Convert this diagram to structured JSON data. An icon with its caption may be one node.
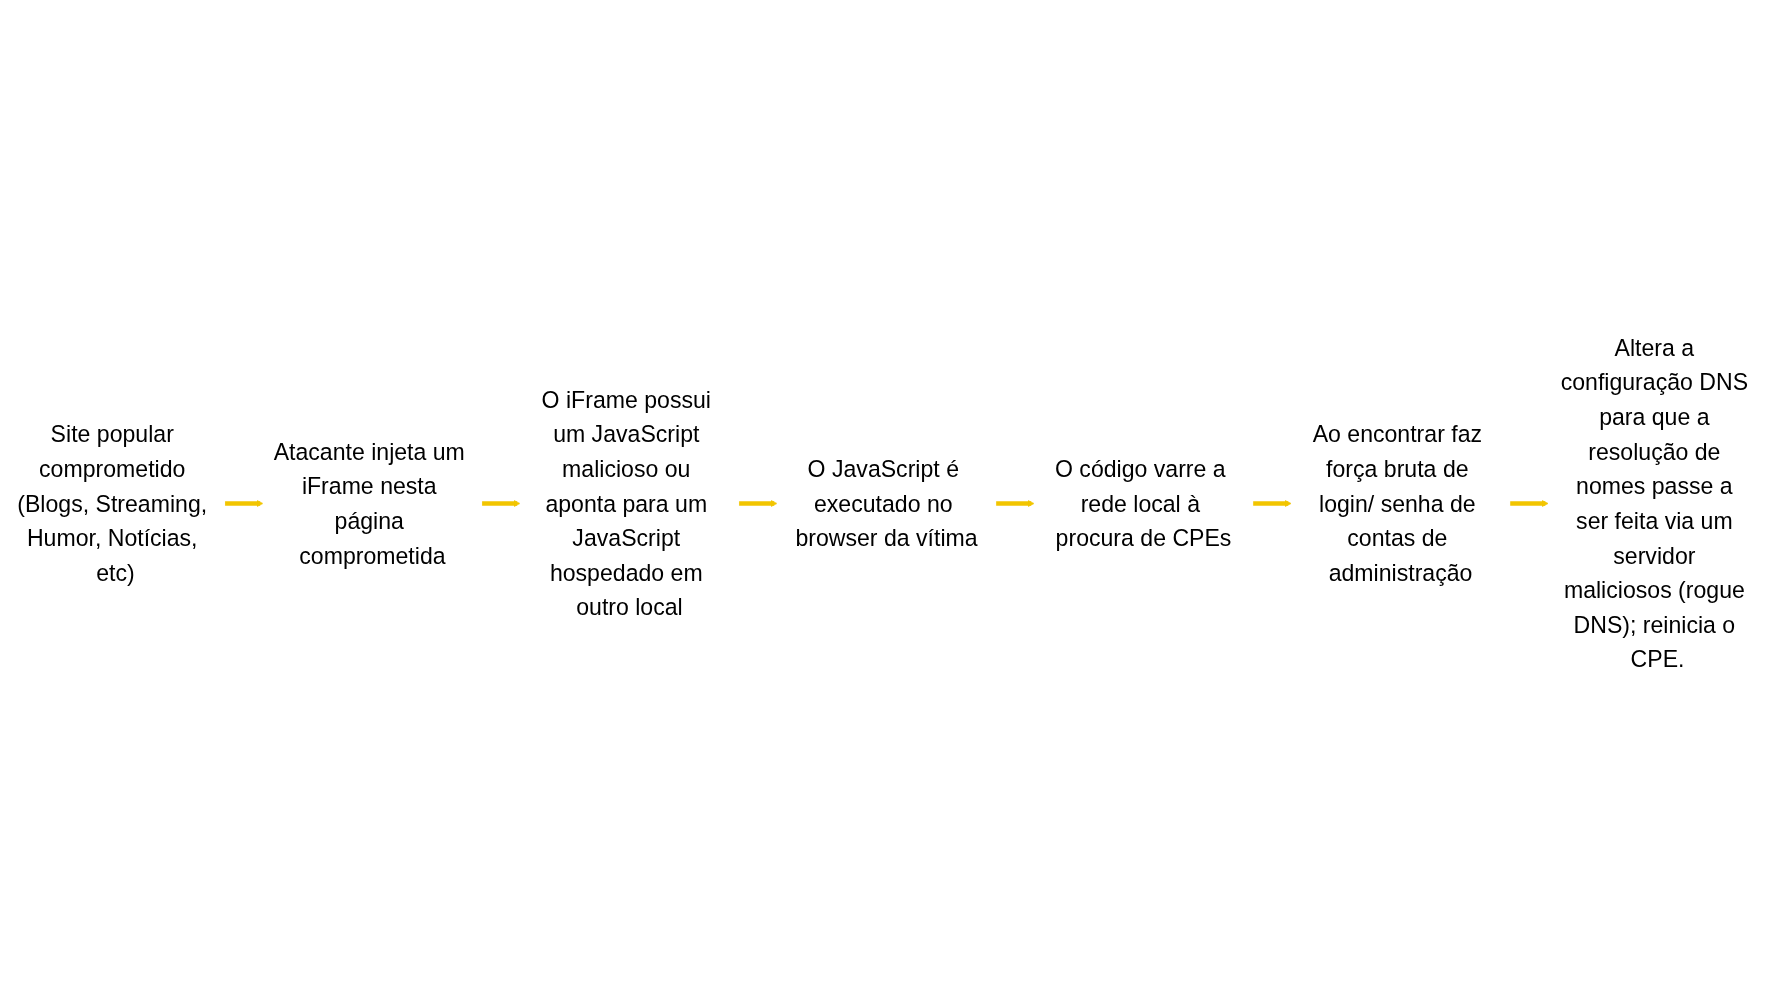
{
  "diagram": {
    "nodes": [
      {
        "text": [
          "Site popular comprometido (Blogs, Streaming, Humor, Notícias, etc)"
        ]
      },
      {
        "text": [
          "Atacante injeta um iFrame nesta página comprometida"
        ]
      },
      {
        "text": [
          "O iFrame possui um JavaScript malicioso ou aponta para um JavaScript hospedado em outro local"
        ]
      },
      {
        "text": [
          "O JavaScript é executado no browser da vítima"
        ]
      },
      {
        "text": [
          "O código varre a rede local à procura de CPEs"
        ]
      },
      {
        "text": [
          "Ao encontrar faz força bruta de login/ senha de contas de administração"
        ]
      },
      {
        "text": [
          "Altera a configuração DNS para que a resolução de nomes passe a ser feita via um servidor maliciosos (rogue DNS); reinicia o CPE."
        ]
      }
    ],
    "edges": [
      {
        "from": 0,
        "to": 1,
        "arrow": "to"
      },
      {
        "from": 1,
        "to": 2,
        "arrow": "to"
      },
      {
        "from": 2,
        "to": 3,
        "arrow": "to"
      },
      {
        "from": 3,
        "to": 4,
        "arrow": "to"
      },
      {
        "from": 4,
        "to": 5,
        "arrow": "to"
      },
      {
        "from": 5,
        "to": 6,
        "arrow": "to"
      }
    ]
  }
}
